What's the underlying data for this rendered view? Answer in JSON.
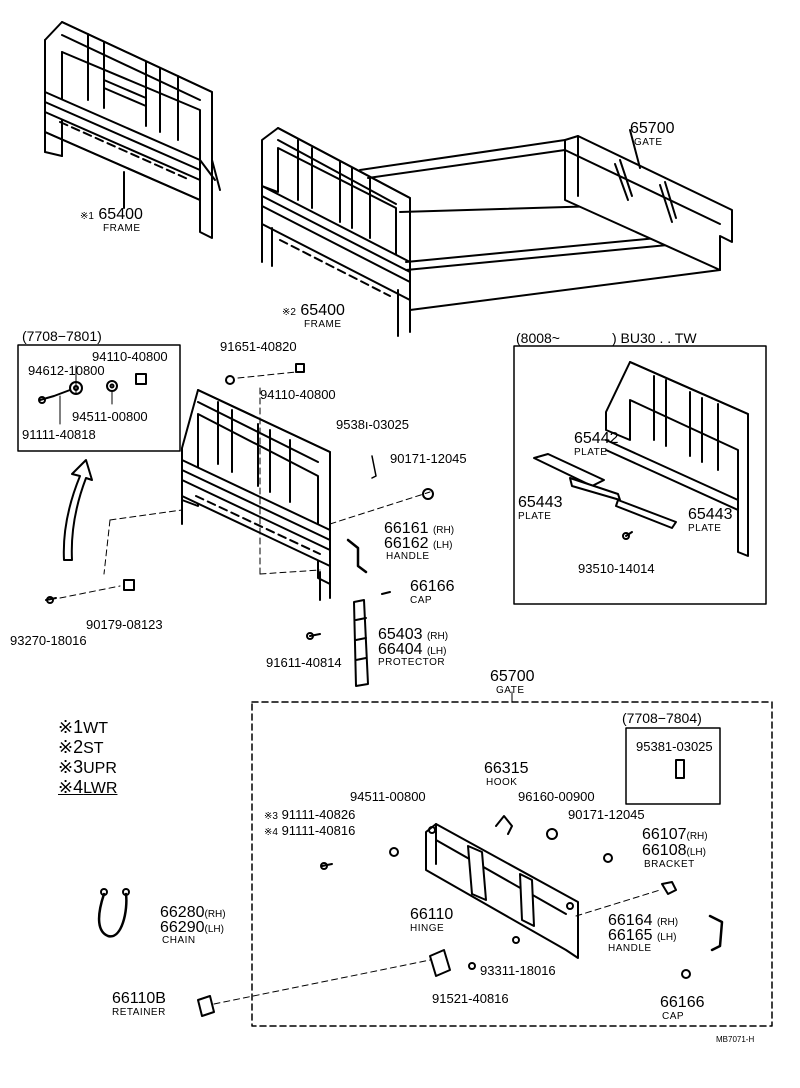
{
  "frames": {
    "wt": {
      "marker": "※1",
      "part": "65400",
      "name": "FRAME"
    },
    "st": {
      "marker": "※2",
      "part": "65400",
      "name": "FRAME"
    }
  },
  "gate_top": {
    "part": "65700",
    "name": "GATE"
  },
  "inset_early": {
    "range": "(7708−7801)",
    "p1": "94110-40800",
    "p2": "94612-10800",
    "p3": "94511-00800",
    "p4": "91111-40818"
  },
  "frame_parts": {
    "bolt_top": "91651-40820",
    "nut_top": "94110-40800",
    "clip": "9538ı-03025",
    "nut_side": "90171-12045",
    "handle_rh": "66161",
    "handle_lh": "66162",
    "handle_name": "HANDLE",
    "cap": "66166",
    "cap_name": "CAP",
    "protector_rh": "65403",
    "protector_lh": "66404",
    "protector_name": "PROTECTOR",
    "protector_bolt": "91611-40814",
    "bolt_left": "93270-18016",
    "nut_left": "90179-08123",
    "rh": "(RH)",
    "lh": "(LH)"
  },
  "inset_late": {
    "range_left": "(8008~",
    "range_right": ") BU30 . . TW",
    "plate1": "65442",
    "plate2": "65443",
    "plate3": "65443",
    "plate_name": "PLATE",
    "screw": "93510-14014"
  },
  "legend": [
    {
      "mark": "※1",
      "code": "WT"
    },
    {
      "mark": "※2",
      "code": "ST"
    },
    {
      "mark": "※3",
      "code": "UPR"
    },
    {
      "mark": "※4",
      "code": "LWR"
    }
  ],
  "gate_assy": {
    "part": "65700",
    "name": "GATE",
    "subrange": "(7708−7804)",
    "sub_part": "95381-03025",
    "hook": "66315",
    "hook_name": "HOOK",
    "washer": "94511-00800",
    "upr_mark": "※3",
    "upr_part": "91111-40826",
    "lwr_mark": "※4",
    "lwr_part": "91111-40816",
    "ring": "96160-00900",
    "nut": "90171-12045",
    "bracket_rh": "66107",
    "bracket_lh": "66108",
    "bracket_name": "BRACKET",
    "chain_rh": "66280",
    "chain_lh": "66290",
    "chain_name": "CHAIN",
    "hinge": "66110",
    "hinge_name": "HINGE",
    "hinge_bolt": "93311-18016",
    "hinge_bolt2": "91521-40816",
    "handle_rh": "66164",
    "handle_lh": "66165",
    "handle_name": "HANDLE",
    "cap": "66166",
    "cap_name": "CAP",
    "retainer": "66110B",
    "retainer_name": "RETAINER",
    "rh": "(RH)",
    "lh": "(LH)",
    "rh_s": "(RH)",
    "lh_s": "(LH)"
  },
  "footer_code": "MB7071-H"
}
